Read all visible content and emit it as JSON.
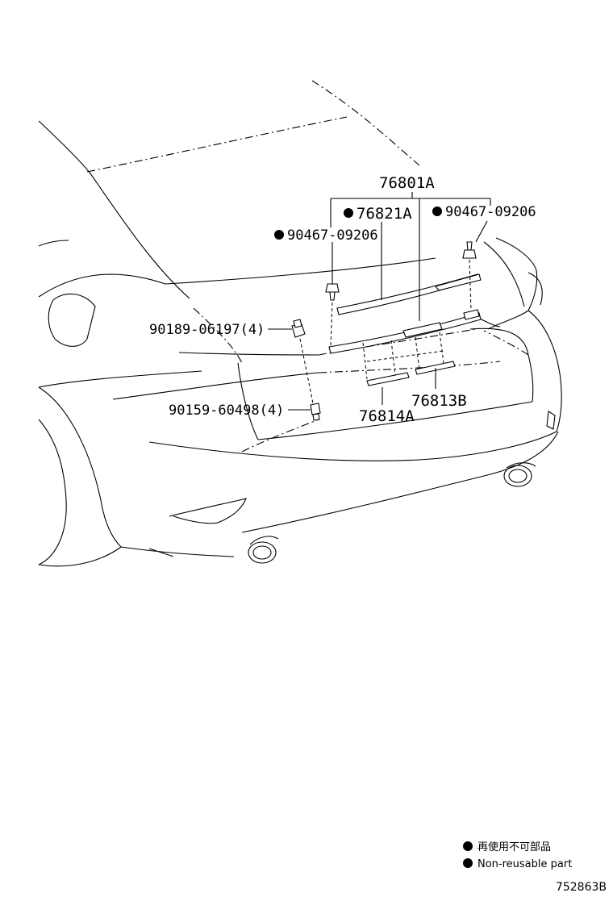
{
  "parts": {
    "assembly_main": "76801A",
    "garnish_upper": "76821A",
    "clip_left": "90467-09206",
    "clip_right": "90467-09206",
    "nut": "90189-06197(4)",
    "bolt": "90159-60498(4)",
    "emblem_left": "76814A",
    "emblem_right": "76813B"
  },
  "legend": {
    "jp": "再使用不可部品",
    "en": "Non-reusable part"
  },
  "diagram_id": "752863B",
  "colors": {
    "line": "#000000",
    "background": "#ffffff"
  }
}
